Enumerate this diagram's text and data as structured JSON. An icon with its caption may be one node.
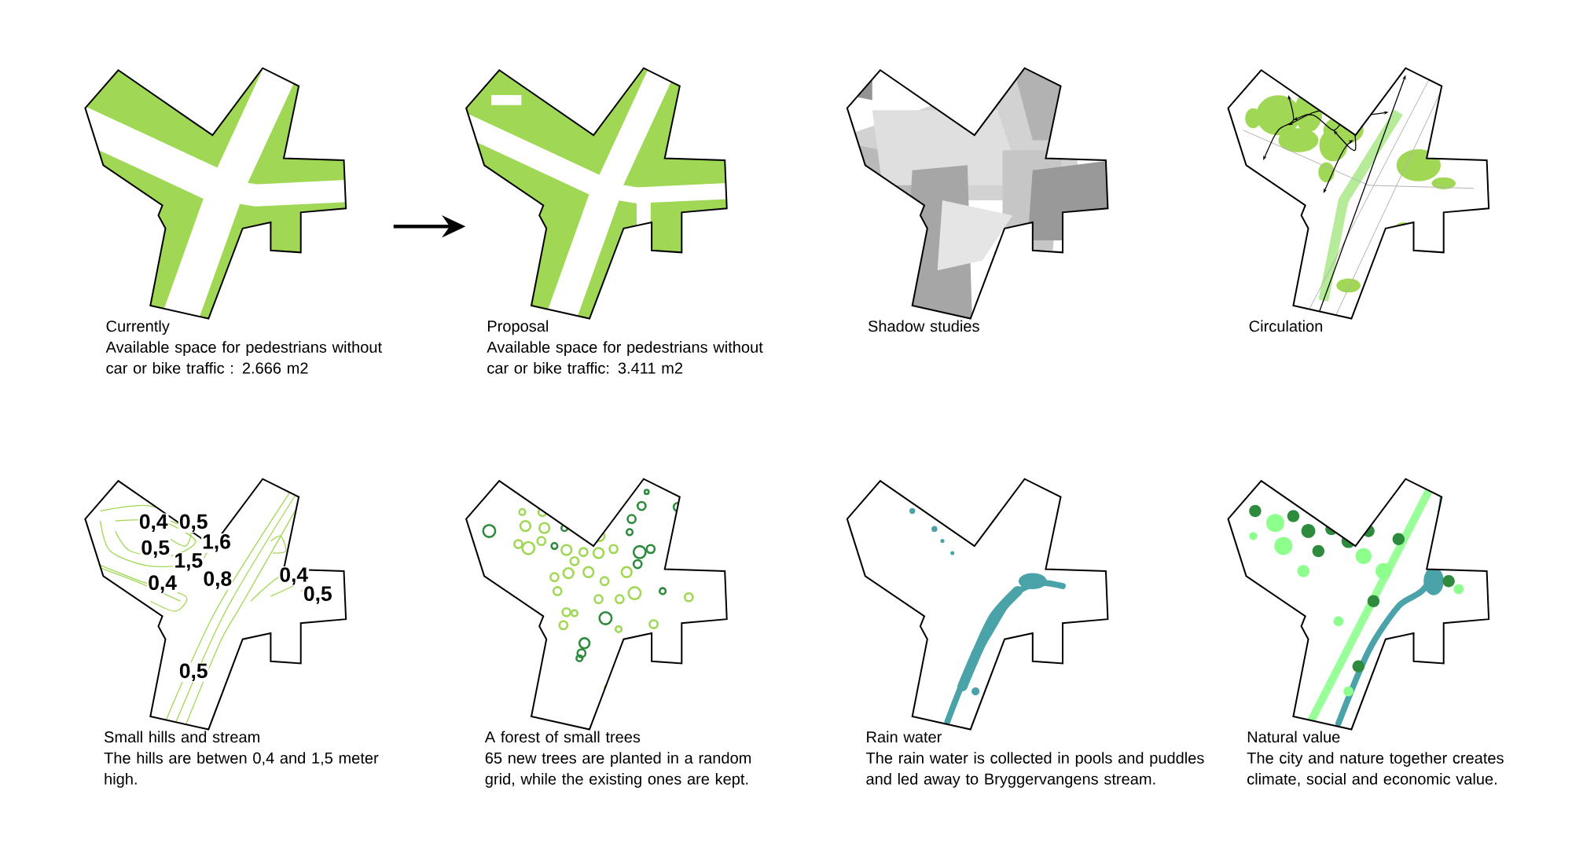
{
  "diagram": {
    "nodes": [
      {
        "text": [
          "Currently",
          "Available space for pedestrians without car or bike traffic : 2.666 m2"
        ]
      },
      {
        "text": [
          "Proposal",
          "Available space for pedestrians without car or bike traffic: 3.411 m2"
        ]
      },
      {
        "text": [
          "Shadow studies"
        ]
      },
      {
        "text": [
          "Circulation"
        ]
      },
      {
        "text": [
          "Small hills and stream",
          "The hills are betwen 0,4 and 1,5 meter high."
        ]
      },
      {
        "text": [
          "A forest of small trees",
          "65 new trees are planted in a random grid, while the existing ones are kept."
        ]
      },
      {
        "text": [
          "Rain water",
          "The rain water is collected in pools and puddles and led away to Bryggervangens stream."
        ]
      },
      {
        "text": [
          "Natural value",
          "The city and nature together creates climate, social and economic value."
        ]
      }
    ],
    "edges": [
      {
        "from": 0,
        "to": 1,
        "arrow": "to"
      }
    ],
    "labels": [
      "0,4",
      "0,5",
      "0,5",
      "1,6",
      "1,5",
      "0,4",
      "0,8",
      "0,4",
      "0,5",
      "0,5"
    ]
  }
}
